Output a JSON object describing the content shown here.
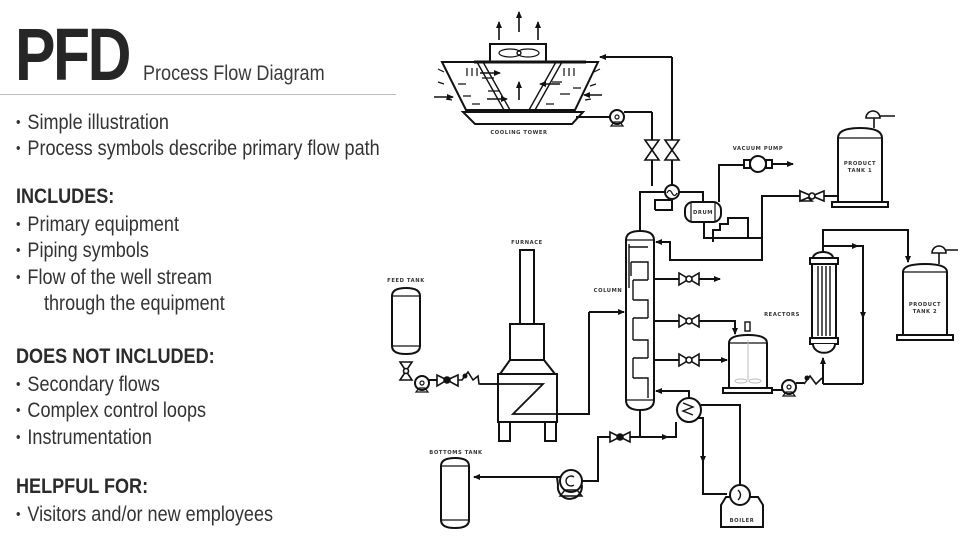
{
  "header": {
    "acronym": "PFD",
    "subtitle": "Process Flow Diagram"
  },
  "intro_bullets": [
    "Simple illustration",
    "Process symbols describe primary flow path"
  ],
  "sections": [
    {
      "heading": "INCLUDES:",
      "bullets": [
        "Primary equipment",
        "Piping symbols",
        "Flow of the well stream"
      ],
      "continuation": "through the equipment"
    },
    {
      "heading": "DOES NOT INCLUDED:",
      "bullets": [
        "Secondary flows",
        "Complex control loops",
        "Instrumentation"
      ]
    },
    {
      "heading": "HELPFUL FOR:",
      "bullets": [
        "Visitors and/or new employees"
      ]
    }
  ],
  "diagram": {
    "labels": {
      "cooling_tower": "COOLING TOWER",
      "vacuum_pump": "VACUUM PUMP",
      "drum": "DRUM",
      "product_tank_1_line1": "PRODUCT",
      "product_tank_1_line2": "TANK 1",
      "product_tank_2_line1": "PRODUCT",
      "product_tank_2_line2": "TANK 2",
      "furnace": "FURNACE",
      "feed_tank": "FEED TANK",
      "column": "COLUMN",
      "reactors": "REACTORS",
      "bottoms_tank": "BOTTOMS TANK",
      "boiler": "BOILER"
    }
  }
}
